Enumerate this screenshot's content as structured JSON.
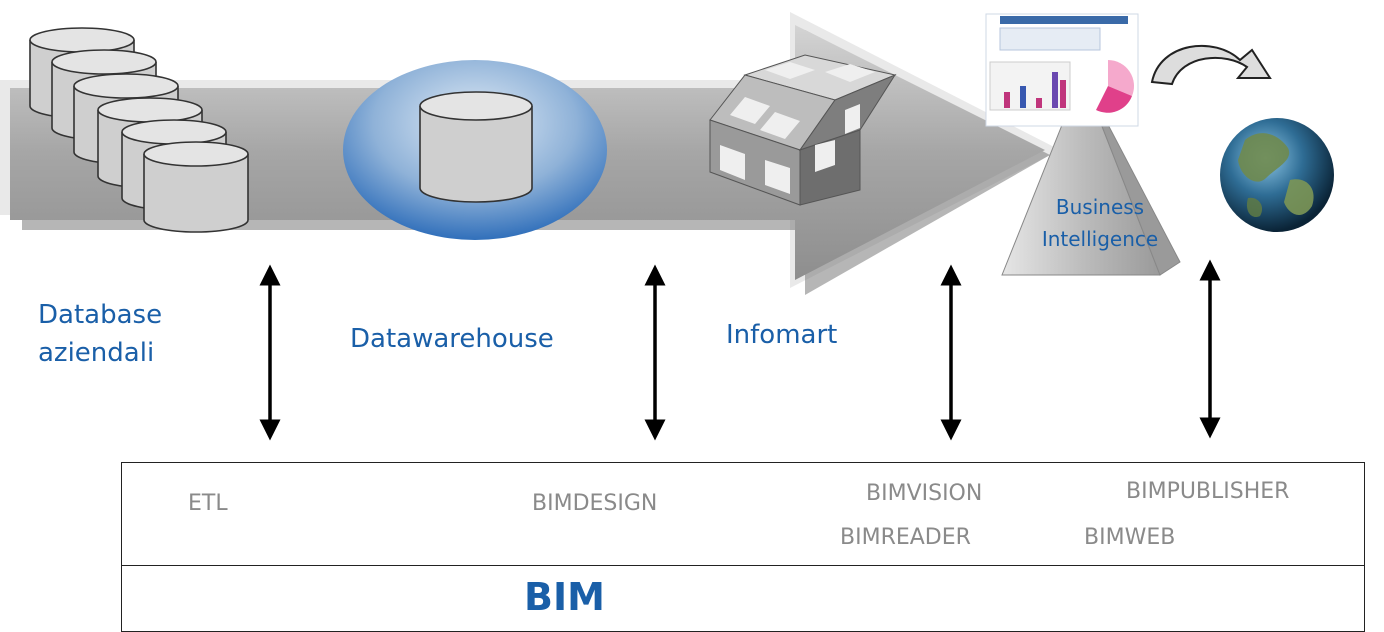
{
  "labels": {
    "database_line1": "Database",
    "database_line2": "aziendali",
    "datawarehouse": "Datawarehouse",
    "infomart": "Infomart",
    "bi_line1": "Business",
    "bi_line2": "Intelligence"
  },
  "bim": {
    "title": "BIM",
    "tools": {
      "etl": "ETL",
      "bimdesign": "BIMDESIGN",
      "bimvision": "BIMVISION",
      "bimpublisher": "BIMPUBLISHER",
      "bimreader": "BIMREADER",
      "bimweb": "BIMWEB"
    }
  },
  "colors": {
    "label_blue": "#1a5fa8",
    "tool_gray": "#8a8a8a",
    "arrow_gray": "#a9a9a9"
  }
}
